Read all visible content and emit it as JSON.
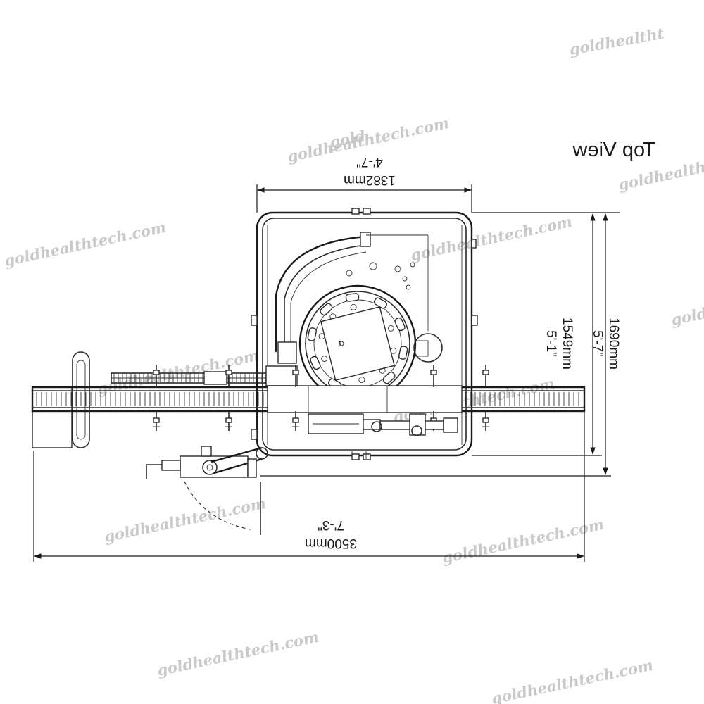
{
  "title": "Top View",
  "dimensions": {
    "top_width": {
      "imperial": "4'-7\"",
      "metric": "1382mm"
    },
    "total_length": {
      "imperial": "7'-3\"",
      "metric": "3500mm"
    },
    "inner_height": {
      "imperial": "5'-1\"",
      "metric": "1549mm"
    },
    "outer_height": {
      "imperial": "5'-7\"",
      "metric": "1690mm"
    }
  },
  "watermark": "goldhealthtech.com",
  "watermarks": [
    {
      "text": "goldhealtht"
    },
    {
      "text": "goldhealthtech.com"
    },
    {
      "text": "goldhealth"
    },
    {
      "text": "goldhealthtech.com"
    },
    {
      "text": "goldhealthtech.com"
    },
    {
      "text": "goldhealthtech.com"
    },
    {
      "text": "goldhealthtech.com"
    },
    {
      "text": "goldhealthtech.com"
    },
    {
      "text": "goldhealthtech.com"
    },
    {
      "text": "goldhealthtech.com"
    },
    {
      "text": "goldhealthtech.com"
    },
    {
      "text": "goldhealthtech.com"
    },
    {
      "text": "gold"
    }
  ],
  "colors": {
    "line": "#2a2a2a",
    "watermark": "#c9c9c9",
    "background": "#ffffff"
  }
}
